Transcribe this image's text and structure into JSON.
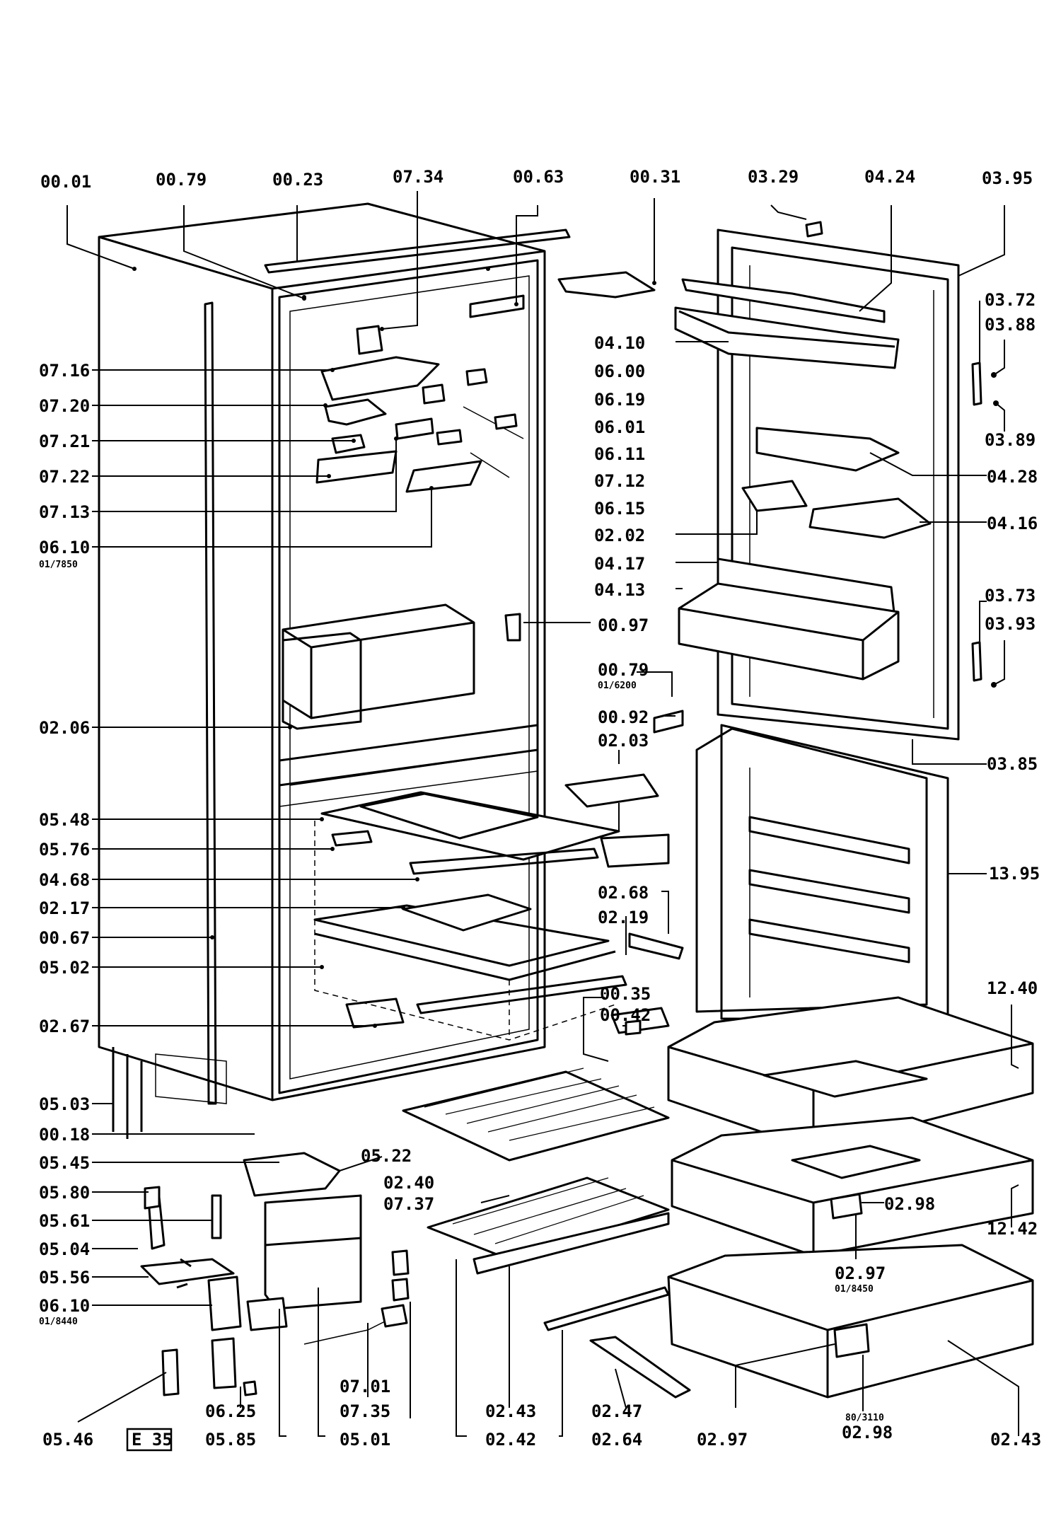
{
  "drawing_code": "E 35",
  "labels": [
    {
      "id": "00.01",
      "text": "00.01"
    },
    {
      "id": "00.79a",
      "text": "00.79"
    },
    {
      "id": "00.23",
      "text": "00.23"
    },
    {
      "id": "07.34",
      "text": "07.34"
    },
    {
      "id": "00.63",
      "text": "00.63"
    },
    {
      "id": "00.31",
      "text": "00.31"
    },
    {
      "id": "03.29",
      "text": "03.29"
    },
    {
      "id": "04.24",
      "text": "04.24"
    },
    {
      "id": "03.95",
      "text": "03.95"
    },
    {
      "id": "03.72",
      "text": "03.72"
    },
    {
      "id": "03.88",
      "text": "03.88"
    },
    {
      "id": "03.89",
      "text": "03.89"
    },
    {
      "id": "04.28",
      "text": "04.28"
    },
    {
      "id": "04.16",
      "text": "04.16"
    },
    {
      "id": "04.10",
      "text": "04.10"
    },
    {
      "id": "07.16",
      "text": "07.16"
    },
    {
      "id": "06.00",
      "text": "06.00"
    },
    {
      "id": "07.20",
      "text": "07.20"
    },
    {
      "id": "06.19",
      "text": "06.19"
    },
    {
      "id": "07.21",
      "text": "07.21"
    },
    {
      "id": "06.01",
      "text": "06.01"
    },
    {
      "id": "06.11",
      "text": "06.11"
    },
    {
      "id": "07.22",
      "text": "07.22"
    },
    {
      "id": "07.12",
      "text": "07.12"
    },
    {
      "id": "07.13",
      "text": "07.13"
    },
    {
      "id": "06.15",
      "text": "06.15"
    },
    {
      "id": "06.10a",
      "text": "06.10",
      "sub": "01/7850"
    },
    {
      "id": "02.02",
      "text": "02.02"
    },
    {
      "id": "04.17",
      "text": "04.17"
    },
    {
      "id": "04.13",
      "text": "04.13"
    },
    {
      "id": "03.73",
      "text": "03.73"
    },
    {
      "id": "03.93",
      "text": "03.93"
    },
    {
      "id": "00.97",
      "text": "00.97"
    },
    {
      "id": "00.79b",
      "text": "00.79",
      "sub": "01/6200"
    },
    {
      "id": "00.92",
      "text": "00.92"
    },
    {
      "id": "02.06",
      "text": "02.06"
    },
    {
      "id": "02.03",
      "text": "02.03"
    },
    {
      "id": "03.85",
      "text": "03.85"
    },
    {
      "id": "05.48",
      "text": "05.48"
    },
    {
      "id": "05.76",
      "text": "05.76"
    },
    {
      "id": "04.68",
      "text": "04.68"
    },
    {
      "id": "13.95",
      "text": "13.95"
    },
    {
      "id": "02.17",
      "text": "02.17"
    },
    {
      "id": "02.68",
      "text": "02.68"
    },
    {
      "id": "02.19",
      "text": "02.19"
    },
    {
      "id": "00.67",
      "text": "00.67"
    },
    {
      "id": "05.02",
      "text": "05.02"
    },
    {
      "id": "12.40",
      "text": "12.40"
    },
    {
      "id": "00.35",
      "text": "00.35"
    },
    {
      "id": "00.42",
      "text": "00.42"
    },
    {
      "id": "02.67",
      "text": "02.67"
    },
    {
      "id": "05.03",
      "text": "05.03"
    },
    {
      "id": "00.18",
      "text": "00.18"
    },
    {
      "id": "05.45",
      "text": "05.45"
    },
    {
      "id": "05.22",
      "text": "05.22"
    },
    {
      "id": "05.80",
      "text": "05.80"
    },
    {
      "id": "02.40",
      "text": "02.40"
    },
    {
      "id": "07.37",
      "text": "07.37"
    },
    {
      "id": "02.98a",
      "text": "02.98"
    },
    {
      "id": "05.61",
      "text": "05.61"
    },
    {
      "id": "12.42",
      "text": "12.42"
    },
    {
      "id": "05.04",
      "text": "05.04"
    },
    {
      "id": "05.56",
      "text": "05.56"
    },
    {
      "id": "02.97a",
      "text": "02.97",
      "sub": "01/8450"
    },
    {
      "id": "06.10b",
      "text": "06.10",
      "sub": "01/8440"
    },
    {
      "id": "07.01",
      "text": "07.01"
    },
    {
      "id": "07.35",
      "text": "07.35"
    },
    {
      "id": "02.43a",
      "text": "02.43"
    },
    {
      "id": "02.47",
      "text": "02.47"
    },
    {
      "id": "06.25",
      "text": "06.25"
    },
    {
      "id": "80/3110",
      "text": "80/3110"
    },
    {
      "id": "02.98b",
      "text": "02.98"
    },
    {
      "id": "05.46",
      "text": "05.46"
    },
    {
      "id": "05.85",
      "text": "05.85"
    },
    {
      "id": "05.01",
      "text": "05.01"
    },
    {
      "id": "02.42",
      "text": "02.42"
    },
    {
      "id": "02.64",
      "text": "02.64"
    },
    {
      "id": "02.97b",
      "text": "02.97"
    },
    {
      "id": "02.43b",
      "text": "02.43"
    }
  ]
}
